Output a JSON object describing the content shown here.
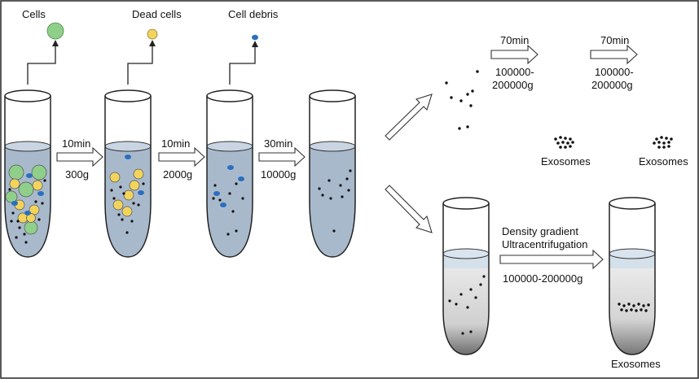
{
  "labels": {
    "cells": "Cells",
    "dead_cells": "Dead cells",
    "cell_debris": "Cell debris",
    "exosomes": "Exosomes"
  },
  "steps": {
    "s1": {
      "time": "10min",
      "force": "300g"
    },
    "s2": {
      "time": "10min",
      "force": "2000g"
    },
    "s3": {
      "time": "30min",
      "force": "10000g"
    },
    "u1": {
      "time": "70min",
      "force_line1": "100000-",
      "force_line2": "200000g"
    },
    "u2": {
      "time": "70min",
      "force_line1": "100000-",
      "force_line2": "200000g"
    },
    "dg": {
      "line1": "Density gradient",
      "line2": "Ultracentrifugation",
      "force": "100000-200000g"
    }
  },
  "colors": {
    "liquid": "#a9b9cc",
    "liquid_top": "#c9d5e2",
    "cell_green": "#8fcf8a",
    "dead_yellow": "#f2d45c",
    "debris_blue": "#2a6fbf",
    "particle": "#111111",
    "outline": "#222222"
  }
}
